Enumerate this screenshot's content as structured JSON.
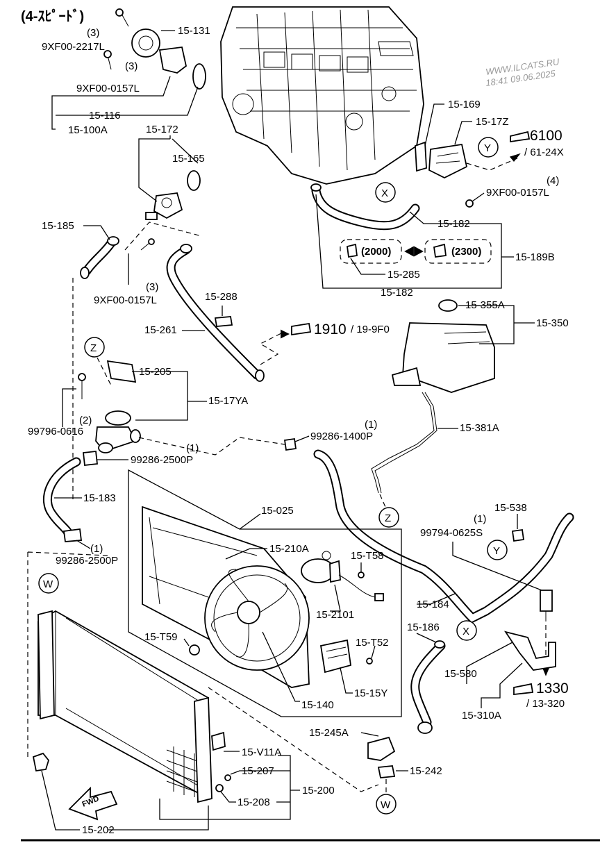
{
  "title": "(4-ｽﾋﾟｰﾄﾞ)",
  "watermark": {
    "site": "WWW.ILCATS.RU",
    "datetime": "18:41 09.06.2025"
  },
  "callouts": {
    "p15131": "15-131",
    "qty3a": "(3)",
    "b2217": "9XF00-2217L",
    "qty3b": "(3)",
    "b0157a": "9XF00-0157L",
    "p15116": "15-116",
    "p15100A": "15-100A",
    "p15172": "15-172",
    "p15165": "15-165",
    "p15169": "15-169",
    "p1517Z": "15-17Z",
    "ref6100": "6100",
    "ref6124X": "/ 61-24X",
    "qty4": "(4)",
    "b0157b": "9XF00-0157L",
    "p15185": "15-185",
    "qty3c": "(3)",
    "b0157c": "9XF00-0157L",
    "p15182a": "15-182",
    "p15189B": "15-189B",
    "yr2000": "(2000)",
    "yr2300": "(2300)",
    "p15285": "15-285",
    "p15182b": "15-182",
    "p15288": "15-288",
    "p15261": "15-261",
    "ref1910": "1910",
    "ref199F0": "/ 19-9F0",
    "p15355A": "15-355A",
    "p15350": "15-350",
    "p15205": "15-205",
    "p1517YA": "15-17YA",
    "b99796": "99796-0616",
    "qty2": "(2)",
    "qty1a": "(1)",
    "c1400": "99286-1400P",
    "qty1b": "(1)",
    "c2500a": "99286-2500P",
    "p15381A": "15-381A",
    "p15183": "15-183",
    "p15025": "15-025",
    "p15538": "15-538",
    "qty1c": "(1)",
    "b99794": "99794-0625S",
    "qty1d": "(1)",
    "c2500b": "99286-2500P",
    "p15210A": "15-210A",
    "p15T58": "15-T58",
    "p152101": "15-2101",
    "p15184": "15-184",
    "p15186": "15-186",
    "p15T59": "15-T59",
    "p15T52": "15-T52",
    "p15140": "15-140",
    "p1515Y": "15-15Y",
    "p15580": "15-580",
    "ref1330": "1330",
    "ref13320": "/ 13-320",
    "p15310A": "15-310A",
    "p15245A": "15-245A",
    "p15V11A": "15-V11A",
    "p15207": "15-207",
    "p15242": "15-242",
    "p15208": "15-208",
    "p15200": "15-200",
    "p15202": "15-202",
    "fwd": "FWD"
  },
  "markers": {
    "x": "X",
    "y": "Y",
    "z": "Z",
    "w": "W"
  }
}
